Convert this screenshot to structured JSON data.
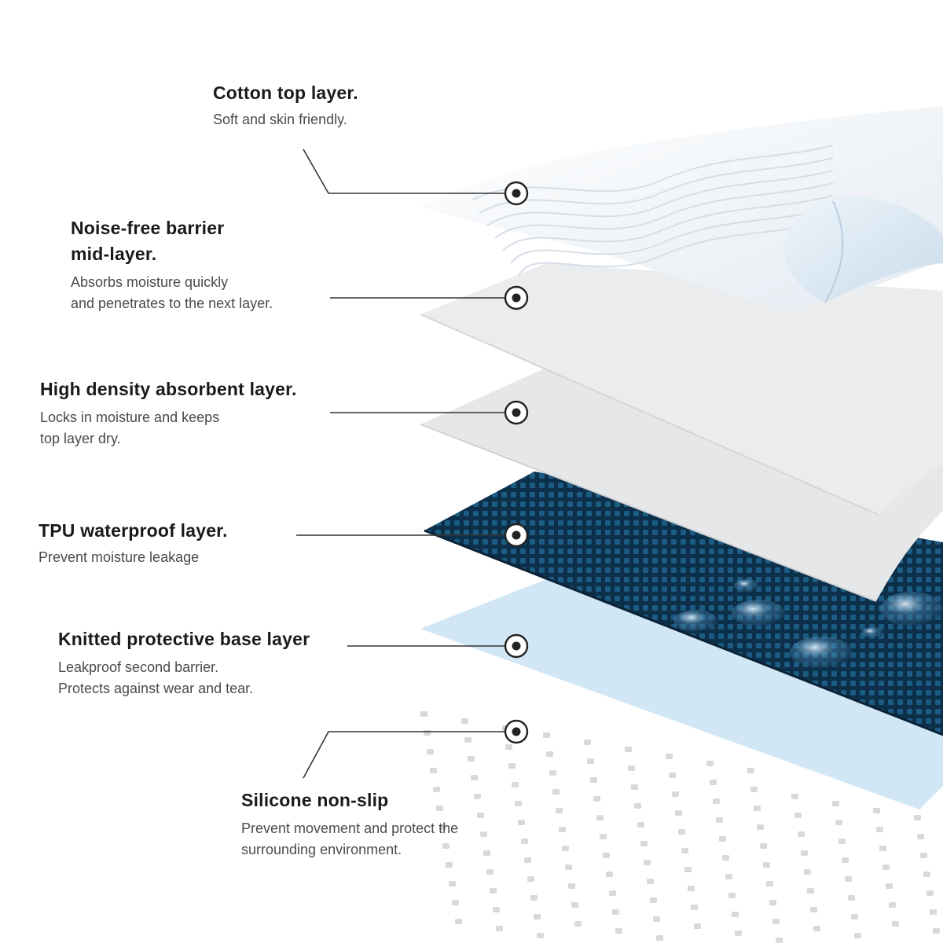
{
  "layers": [
    {
      "id": "cotton",
      "title": "Cotton top layer.",
      "desc": "Soft and skin friendly."
    },
    {
      "id": "noise",
      "title": "Noise-free barrier\nmid-layer.",
      "desc": "Absorbs moisture quickly\nand penetrates to the next layer."
    },
    {
      "id": "absorb",
      "title": "High density absorbent layer.",
      "desc": "Locks in moisture and keeps\ntop layer dry."
    },
    {
      "id": "tpu",
      "title": "TPU waterproof layer.",
      "desc": "Prevent moisture leakage"
    },
    {
      "id": "knit",
      "title": "Knitted protective base layer",
      "desc": "Leakproof second barrier.\nProtects against wear and tear."
    },
    {
      "id": "silicone",
      "title": "Silicone non-slip",
      "desc": "Prevent movement and protect the\nsurrounding environment."
    }
  ],
  "colors": {
    "cotton": "#f3f6f9",
    "mid_layer": "#e9ebee",
    "absorbent": "#e6e7e9",
    "tpu_dark": "#0c2f4a",
    "tpu_light": "#1c5b82",
    "base_layer": "#cfe6f5",
    "silicone_dot": "#d9d9d9",
    "leader_line": "#333333"
  },
  "icons": [
    "marker-dot-icon"
  ]
}
